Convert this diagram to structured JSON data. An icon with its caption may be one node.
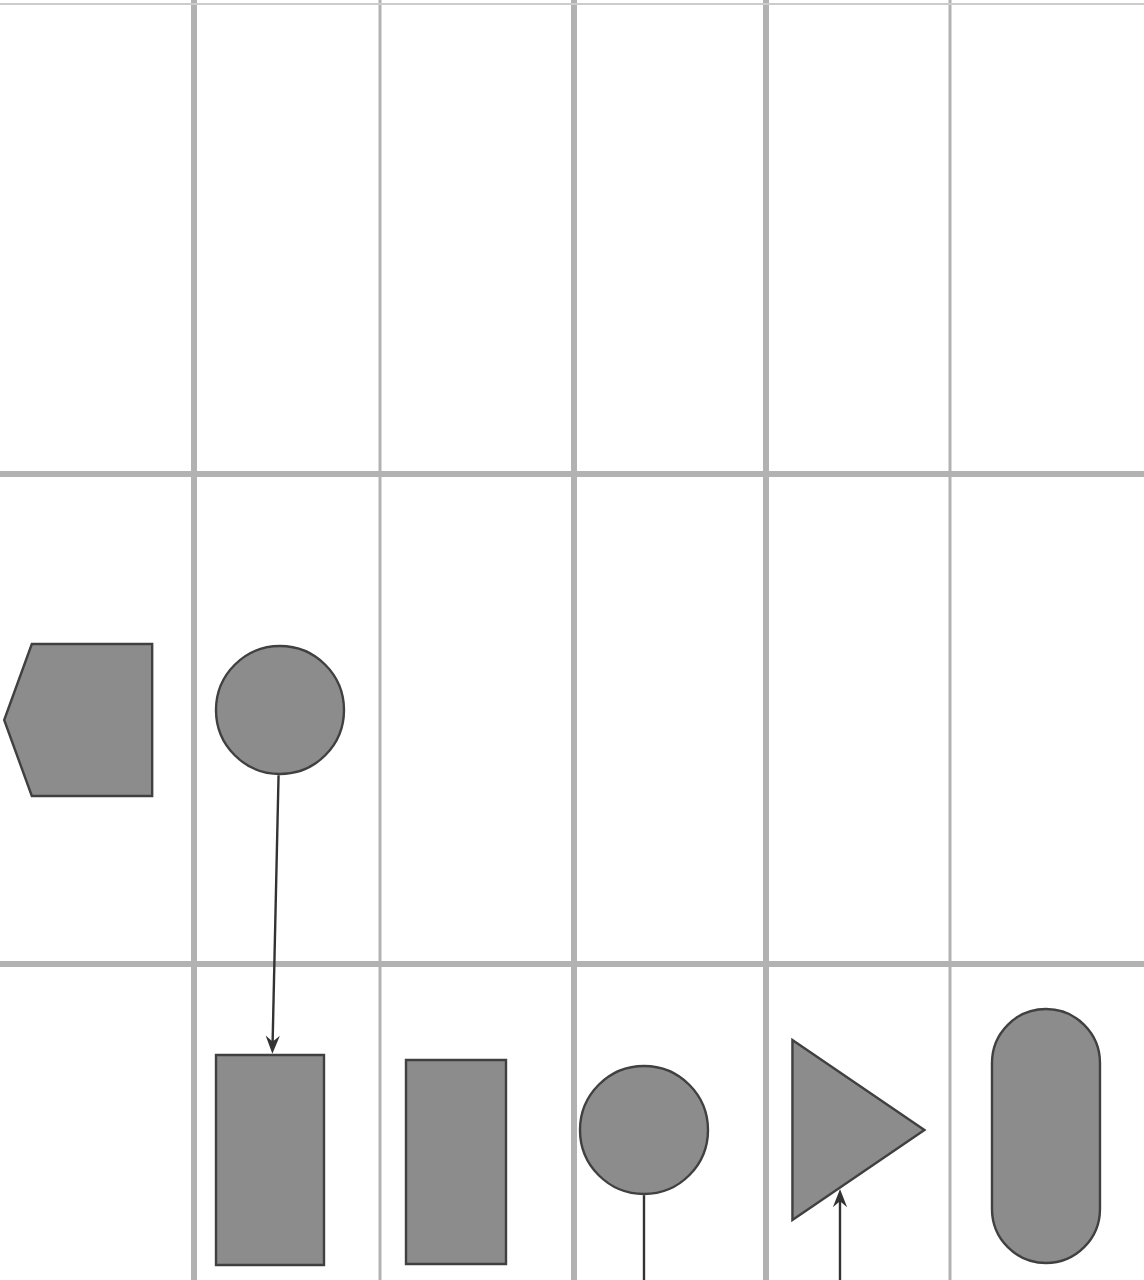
{
  "diagram": {
    "nodes": [
      {
        "text": [],
        "shape": "pentagon"
      },
      {
        "text": [],
        "shape": "circle"
      },
      {
        "text": [],
        "shape": "box"
      },
      {
        "text": [],
        "shape": "box"
      },
      {
        "text": [],
        "shape": "circle"
      },
      {
        "text": [],
        "shape": "triangle"
      },
      {
        "text": [],
        "shape": "pill"
      }
    ],
    "edges": [
      {
        "from": 1,
        "to": 2,
        "arrow": "to"
      },
      {
        "from": 4,
        "to": null,
        "arrow": "none"
      },
      {
        "from": null,
        "to": 5,
        "arrow": "to"
      }
    ]
  }
}
